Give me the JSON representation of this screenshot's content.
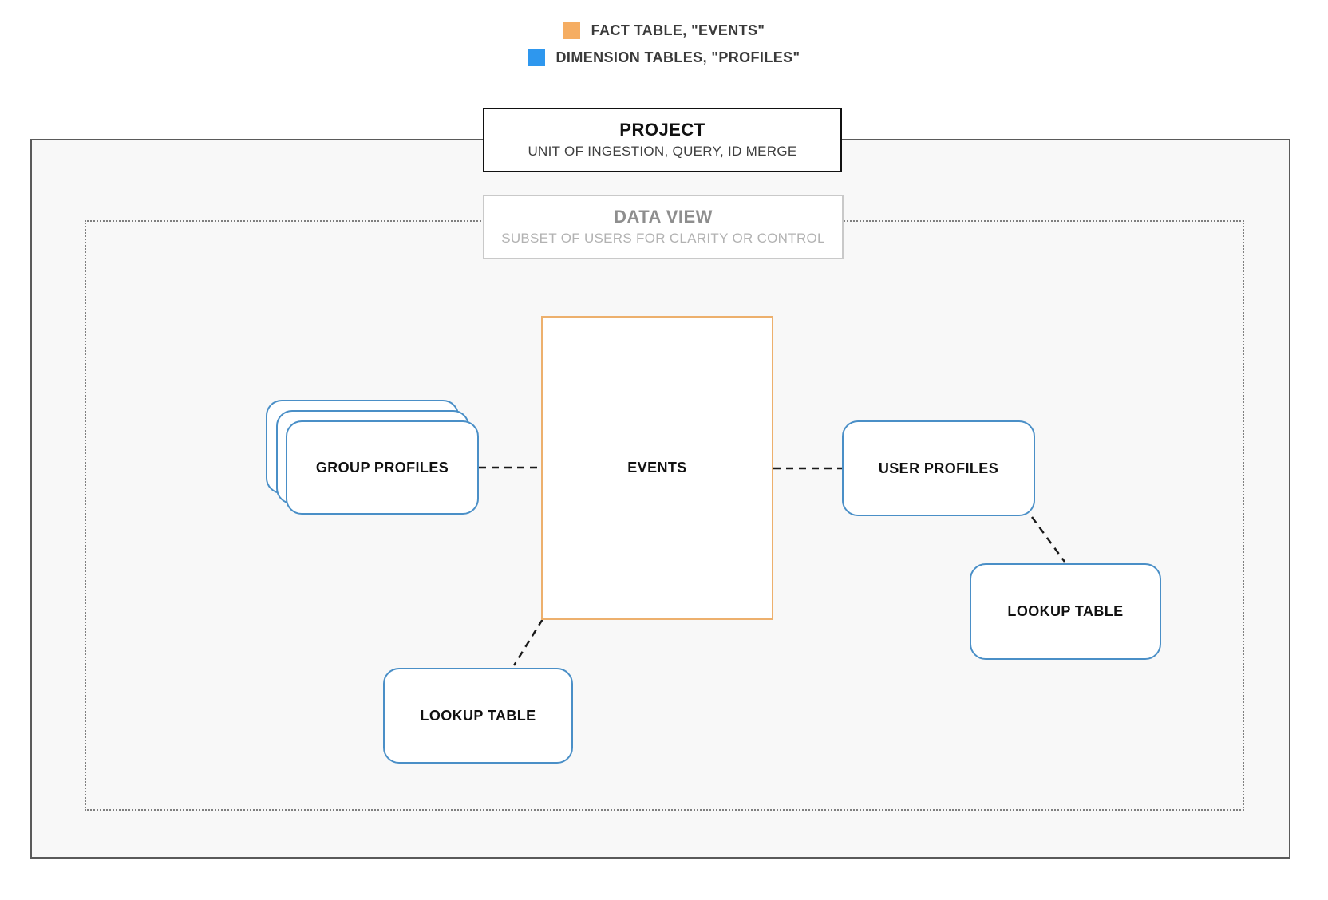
{
  "colors": {
    "fact_orange": "#f5ad62",
    "dimension_blue": "#2e97ee",
    "node_border_blue": "#4a8fc7",
    "events_border_orange": "#edb06d",
    "project_border": "#111111",
    "outer_border": "#5a5a5a",
    "outer_bg": "#f8f8f8",
    "dotted_border": "#7f7f7f",
    "dataview_border": "#c9c9c9",
    "dataview_title": "#8e8e8e",
    "dataview_subtitle": "#b2b2b2",
    "label_dark": "#111111",
    "subtitle_dark": "#3f3f3f",
    "legend_text": "#3a3a3a",
    "connector": "#1a1a1a"
  },
  "legend": {
    "items": [
      {
        "label": "FACT TABLE, \"EVENTS\"",
        "swatch_name": "fact-swatch"
      },
      {
        "label": "DIMENSION TABLES, \"PROFILES\"",
        "swatch_name": "dimension-swatch"
      }
    ]
  },
  "boundaries": {
    "project": {
      "title": "PROJECT",
      "subtitle": "UNIT OF INGESTION, QUERY, ID MERGE"
    },
    "data_view": {
      "title": "DATA VIEW",
      "subtitle": "SUBSET OF USERS FOR CLARITY OR CONTROL"
    }
  },
  "nodes": {
    "events": {
      "label": "EVENTS",
      "type": "fact-table"
    },
    "group_profiles": {
      "label": "GROUP PROFILES",
      "type": "dimension-table-stack"
    },
    "user_profiles": {
      "label": "USER PROFILES",
      "type": "dimension-table"
    },
    "lookup_table_bottom": {
      "label": "LOOKUP TABLE",
      "type": "dimension-table"
    },
    "lookup_table_right": {
      "label": "LOOKUP TABLE",
      "type": "dimension-table"
    }
  },
  "connections": [
    {
      "from": "group_profiles",
      "to": "events"
    },
    {
      "from": "events",
      "to": "user_profiles"
    },
    {
      "from": "events",
      "to": "lookup_table_bottom"
    },
    {
      "from": "user_profiles",
      "to": "lookup_table_right"
    }
  ]
}
